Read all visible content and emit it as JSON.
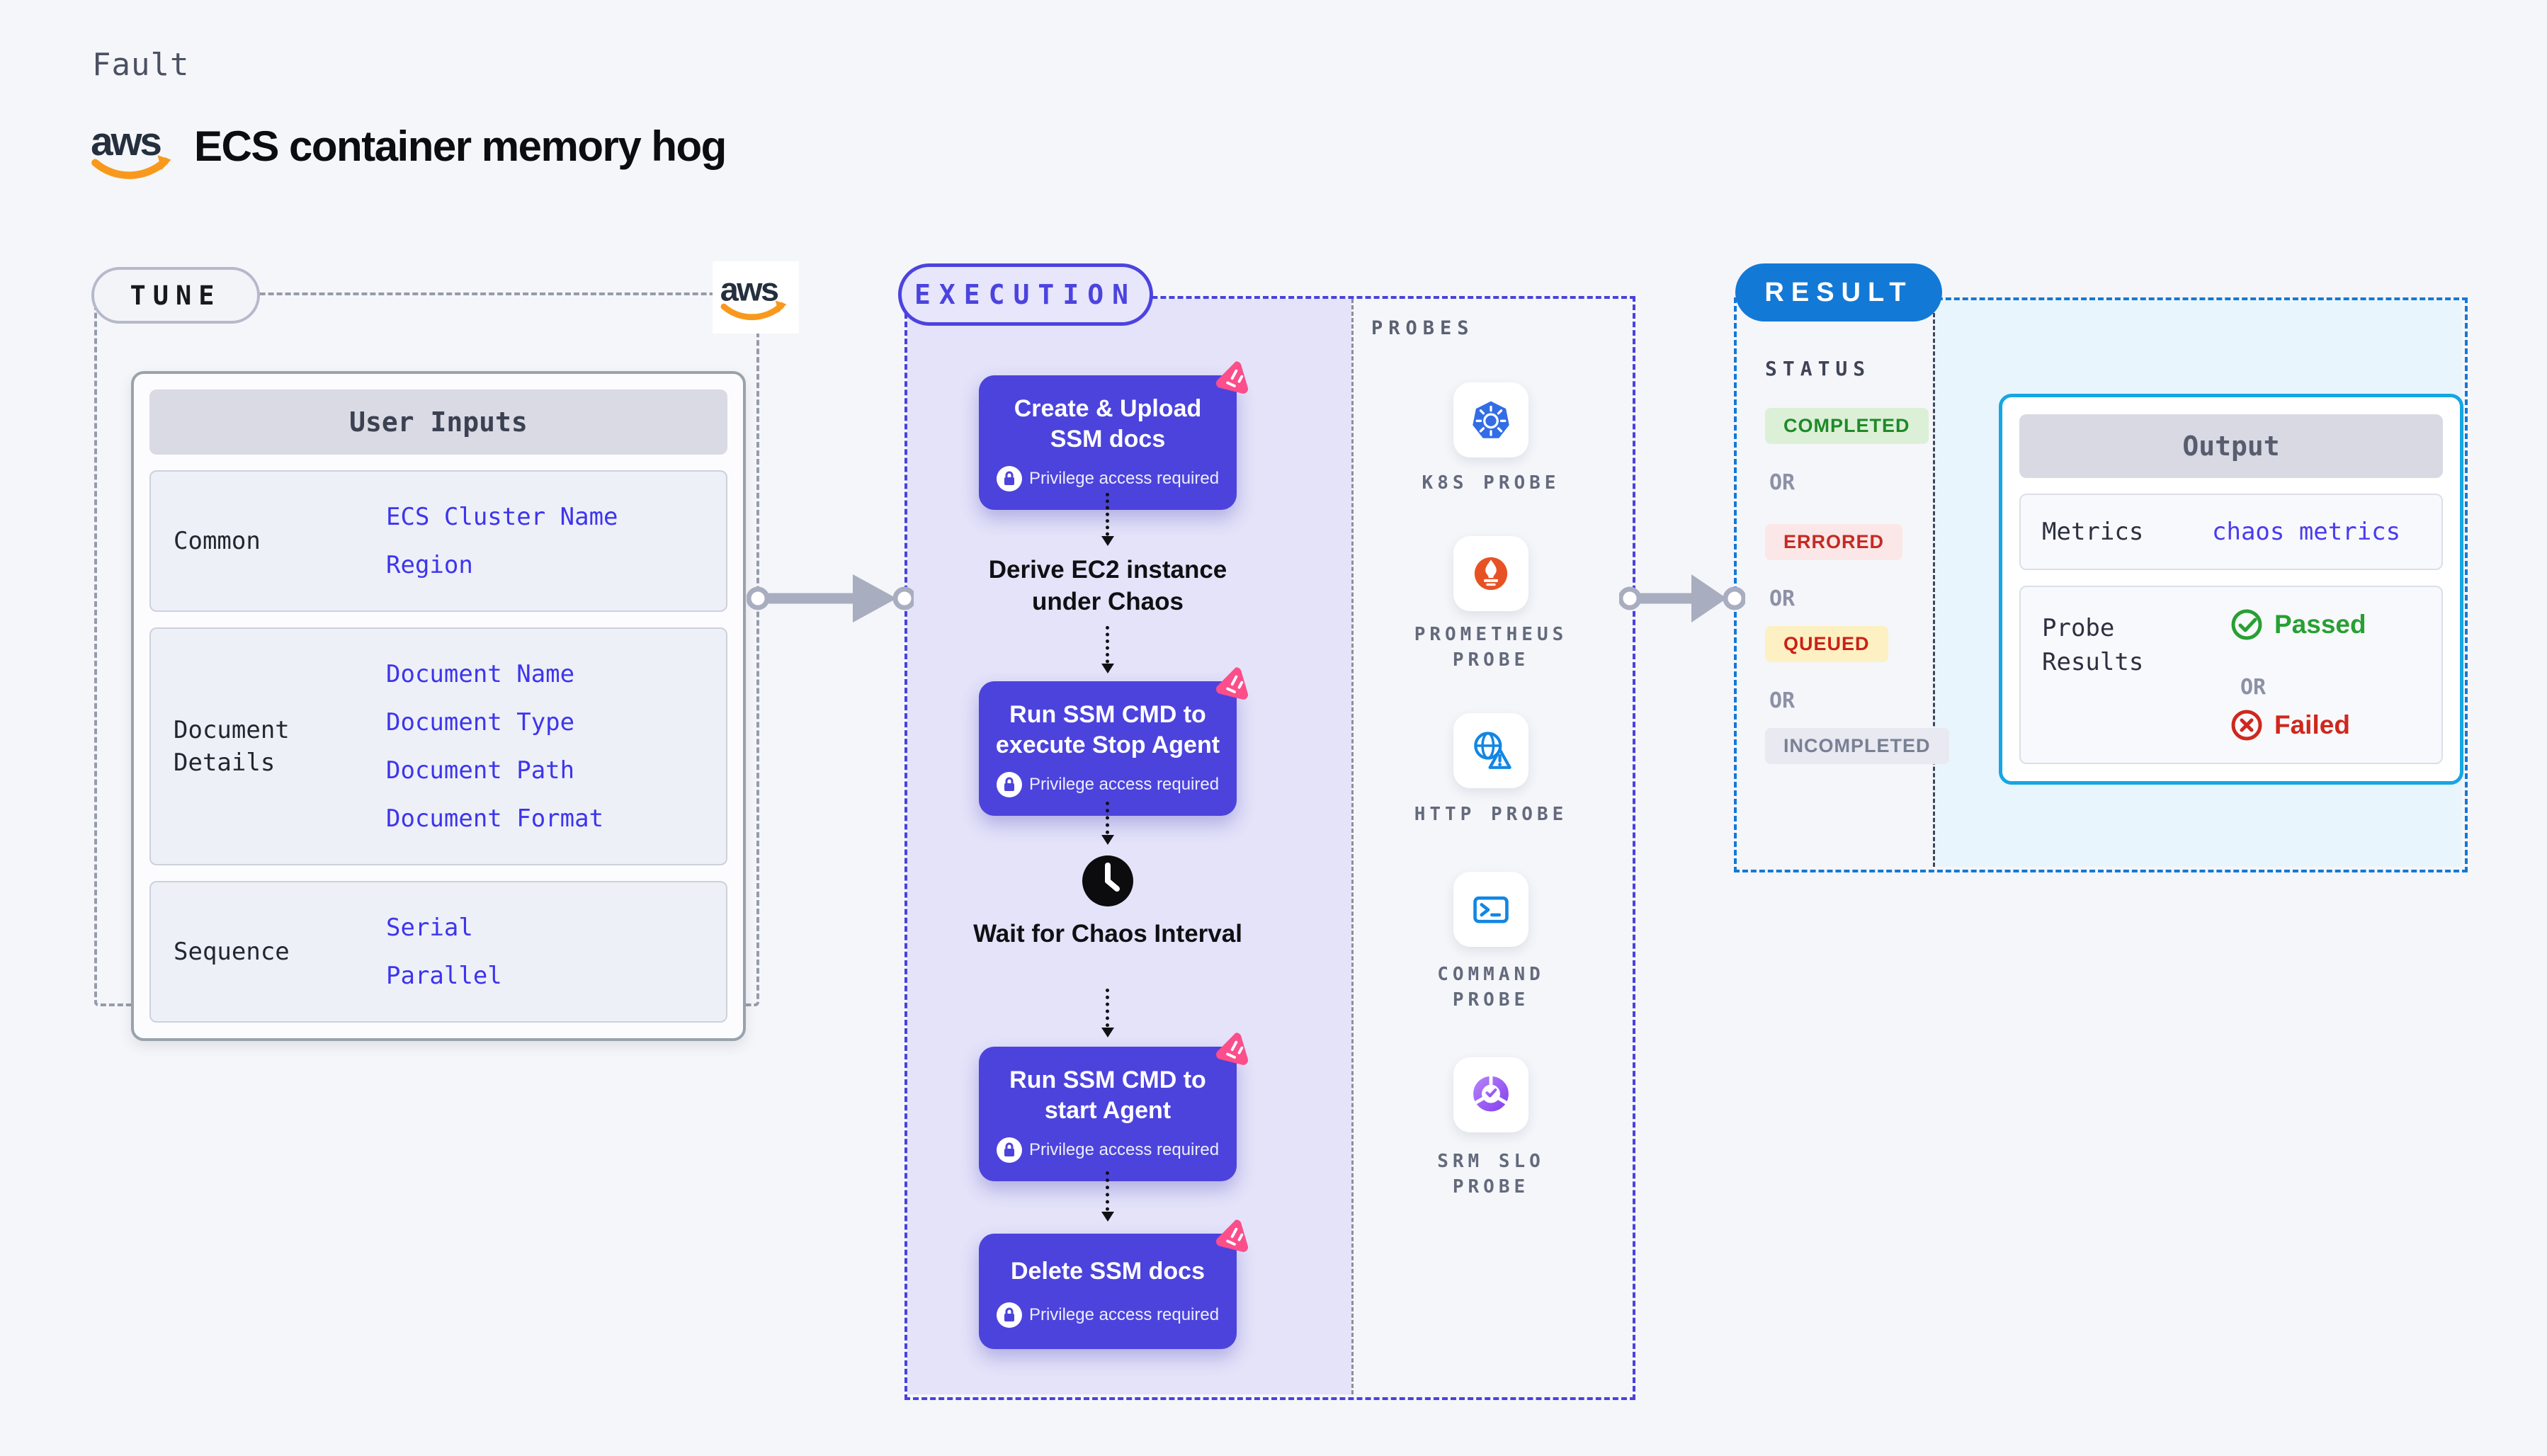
{
  "header": {
    "kicker": "Fault",
    "title": "ECS container memory hog",
    "logo": "aws"
  },
  "tune": {
    "label": "TUNE",
    "user_inputs": {
      "title": "User Inputs",
      "groups": [
        {
          "label": "Common",
          "values": [
            "ECS Cluster Name",
            "Region"
          ]
        },
        {
          "label": "Document Details",
          "values": [
            "Document Name",
            "Document Type",
            "Document Path",
            "Document Format"
          ]
        },
        {
          "label": "Sequence",
          "values": [
            "Serial",
            "Parallel"
          ]
        }
      ]
    }
  },
  "execution": {
    "label": "EXECUTION",
    "privilege_badge": "Privilege access required",
    "steps": [
      {
        "kind": "action",
        "title": "Create & Upload SSM docs"
      },
      {
        "kind": "label",
        "title": "Derive EC2 instance under Chaos"
      },
      {
        "kind": "action",
        "title": "Run SSM CMD to execute Stop Agent"
      },
      {
        "kind": "wait",
        "title": "Wait for Chaos Interval"
      },
      {
        "kind": "action",
        "title": "Run SSM CMD to start Agent"
      },
      {
        "kind": "action",
        "title": "Delete SSM docs"
      }
    ],
    "probes": {
      "label": "PROBES",
      "items": [
        {
          "icon": "kubernetes-icon",
          "label": "K8S PROBE"
        },
        {
          "icon": "prometheus-icon",
          "label": "PROMETHEUS PROBE"
        },
        {
          "icon": "http-globe-icon",
          "label": "HTTP PROBE"
        },
        {
          "icon": "terminal-icon",
          "label": "COMMAND PROBE"
        },
        {
          "icon": "srm-slo-icon",
          "label": "SRM SLO PROBE"
        }
      ]
    }
  },
  "result": {
    "label": "RESULT",
    "status": {
      "title": "STATUS",
      "or": "OR",
      "badges": [
        {
          "text": "COMPLETED",
          "bg": "#dcf0d8",
          "color": "#1f8a28"
        },
        {
          "text": "ERRORED",
          "bg": "#fbe7e7",
          "color": "#c52a23"
        },
        {
          "text": "QUEUED",
          "bg": "#fdf0c2",
          "color": "#cb2117"
        },
        {
          "text": "INCOMPLETED",
          "bg": "#e8e9f1",
          "color": "#7a8094"
        }
      ]
    },
    "output": {
      "title": "Output",
      "metrics_label": "Metrics",
      "metrics_value": "chaos metrics",
      "probe_results_label": "Probe Results",
      "passed": "Passed",
      "or": "OR",
      "failed": "Failed"
    }
  },
  "colors": {
    "page_bg": "#f5f6fa",
    "step_box": "#4c43dd",
    "execution_accent": "#4a41de",
    "execution_fill": "#e4e3f9",
    "result_accent": "#1379d6",
    "result_fill": "#e9f5fc",
    "output_border": "#16a6e4",
    "value_text": "#3d35ee",
    "chaos_pink": "#fb4e8b",
    "passed_green": "#27a033",
    "failed_red": "#d0271d",
    "aws_orange": "#f8991d"
  }
}
